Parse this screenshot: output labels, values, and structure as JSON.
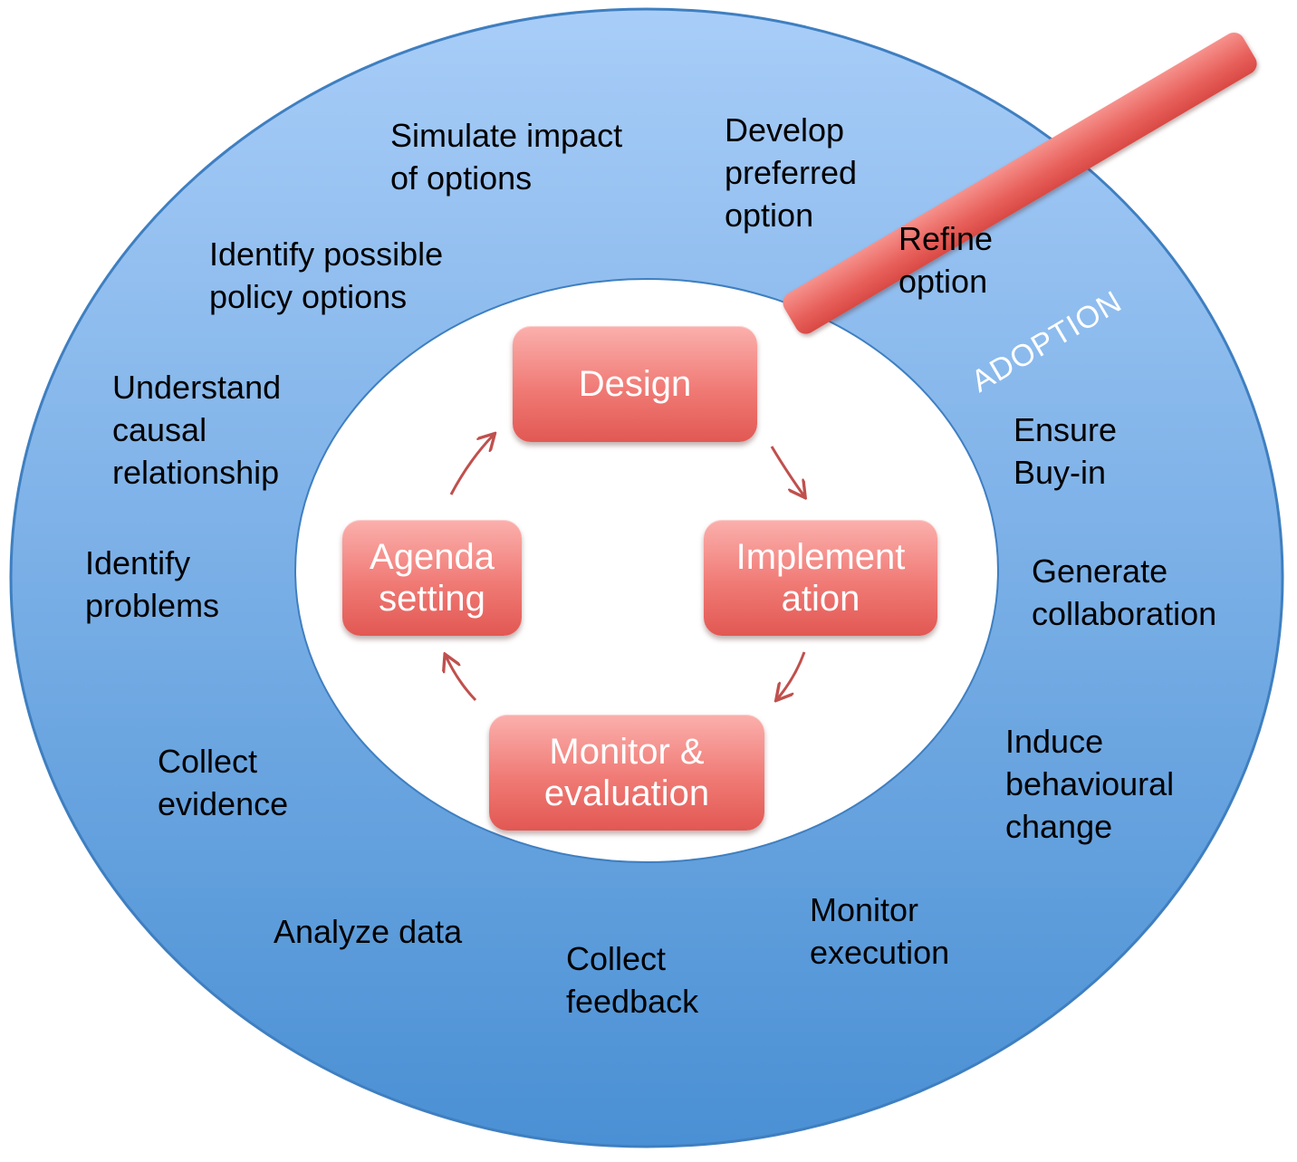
{
  "colors": {
    "outer_ring_top": "#a8cdf8",
    "outer_ring_bottom": "#4a90d4",
    "ring_stroke": "#3f7fc0",
    "inner_fill": "#ffffff",
    "stage_box": "#ec6b66",
    "arrow": "#c0504d",
    "text": "#000000"
  },
  "stages": {
    "design": "Design",
    "implementation": "Implement\nation",
    "monitor": "Monitor &\nevaluation",
    "agenda": "Agenda\nsetting"
  },
  "adoption": "ADOPTION",
  "activities": {
    "simulate": "Simulate impact\nof options",
    "develop": "Develop\npreferred\noption",
    "refine": "Refine\noption",
    "identify_options": "Identify possible\npolicy options",
    "understand": "Understand\ncausal\nrelationship",
    "ensure": "Ensure\nBuy-in",
    "identify_problems": "Identify\nproblems",
    "generate": "Generate\ncollaboration",
    "induce": "Induce\nbehavioural\nchange",
    "collect_evidence": "Collect\nevidence",
    "monitor_execution": "Monitor\nexecution",
    "analyze": "Analyze data",
    "collect_feedback": "Collect\nfeedback"
  }
}
